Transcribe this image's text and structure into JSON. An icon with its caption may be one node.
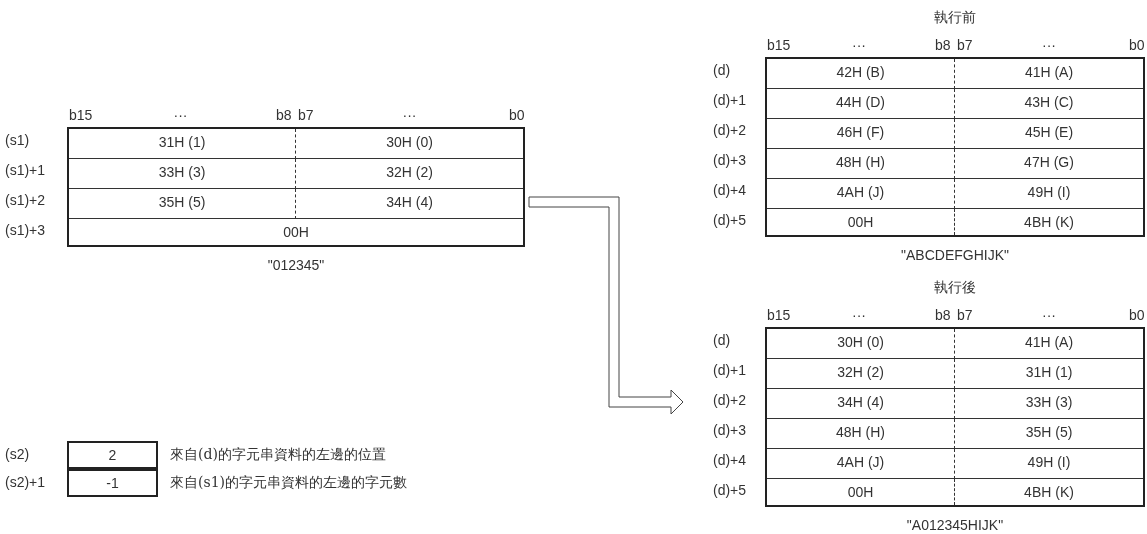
{
  "diagram": {
    "nodes": [
      {
        "text": [
          "31H (1)",
          "30H (0)",
          "33H (3)",
          "32H (2)",
          "35H (5)",
          "34H (4)",
          "00H"
        ],
        "beside": [
          "\"012345\""
        ]
      },
      {
        "text": [
          "2"
        ]
      },
      {
        "text": [
          "-1"
        ]
      },
      {
        "text": [
          "42H (B)",
          "41H (A)",
          "44H (D)",
          "43H (C)",
          "46H (F)",
          "45H (E)",
          "48H (H)",
          "47H (G)",
          "4AH (J)",
          "49H (I)",
          "00H",
          "4BH (K)"
        ],
        "beside": [
          "執行前",
          "\"ABCDEFGHIJK\""
        ]
      },
      {
        "text": [
          "30H (0)",
          "41H (A)",
          "32H (2)",
          "31H (1)",
          "34H (4)",
          "33H (3)",
          "48H (H)",
          "35H (5)",
          "4AH (J)",
          "49H (I)",
          "00H",
          "4BH (K)"
        ],
        "beside": [
          "執行後",
          "\"A012345HIJK\""
        ]
      }
    ],
    "edges": [
      {
        "from": 0,
        "to": 4,
        "arrow": "to"
      }
    ],
    "labels": [
      "b15",
      "···",
      "b8",
      "b7",
      "···",
      "b0",
      "(s1)",
      "(s1)+1",
      "(s1)+2",
      "(s1)+3",
      "(s2)",
      "(s2)+1",
      "來自(d)的字元串資料的左邊的位置",
      "來自(s1)的字元串資料的左邊的字元數",
      "b15",
      "···",
      "b8",
      "b7",
      "···",
      "b0",
      "(d)",
      "(d)+1",
      "(d)+2",
      "(d)+3",
      "(d)+4",
      "(d)+5",
      "b15",
      "···",
      "b8",
      "b7",
      "···",
      "b0",
      "(d)",
      "(d)+1",
      "(d)+2",
      "(d)+3",
      "(d)+4",
      "(d)+5"
    ]
  }
}
